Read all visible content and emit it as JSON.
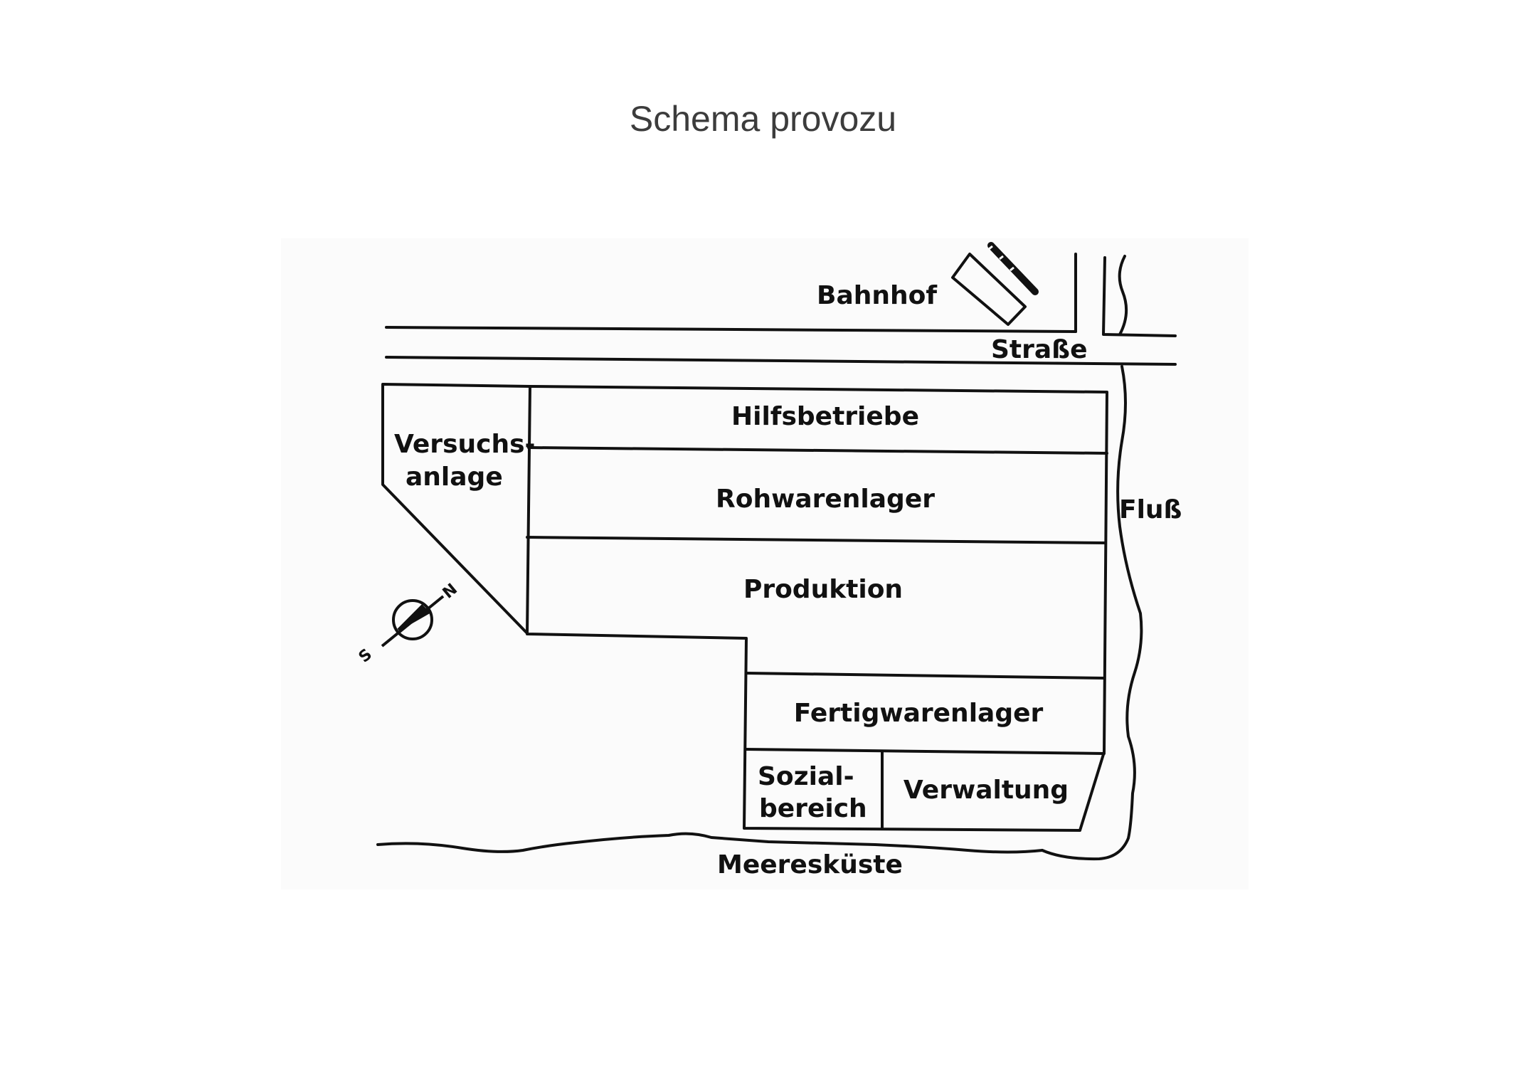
{
  "title": "Schema provozu",
  "labels": {
    "station": "Bahnhof",
    "road": "Straße",
    "river": "Fluß",
    "coast": "Meeresküste",
    "test_plant_line1": "Versuchs-",
    "test_plant_line2": "anlage",
    "auxiliary": "Hilfsbetriebe",
    "raw_storage": "Rohwarenlager",
    "production": "Produktion",
    "finished_storage": "Fertigwarenlager",
    "social_line1": "Sozial-",
    "social_line2": "bereich",
    "administration": "Verwaltung",
    "compass_north": "N",
    "compass_south": "S"
  },
  "colors": {
    "ink": "#111111",
    "title": "#3c3c3c",
    "background": "#ffffff",
    "scan_background": "#fbfbfb"
  }
}
